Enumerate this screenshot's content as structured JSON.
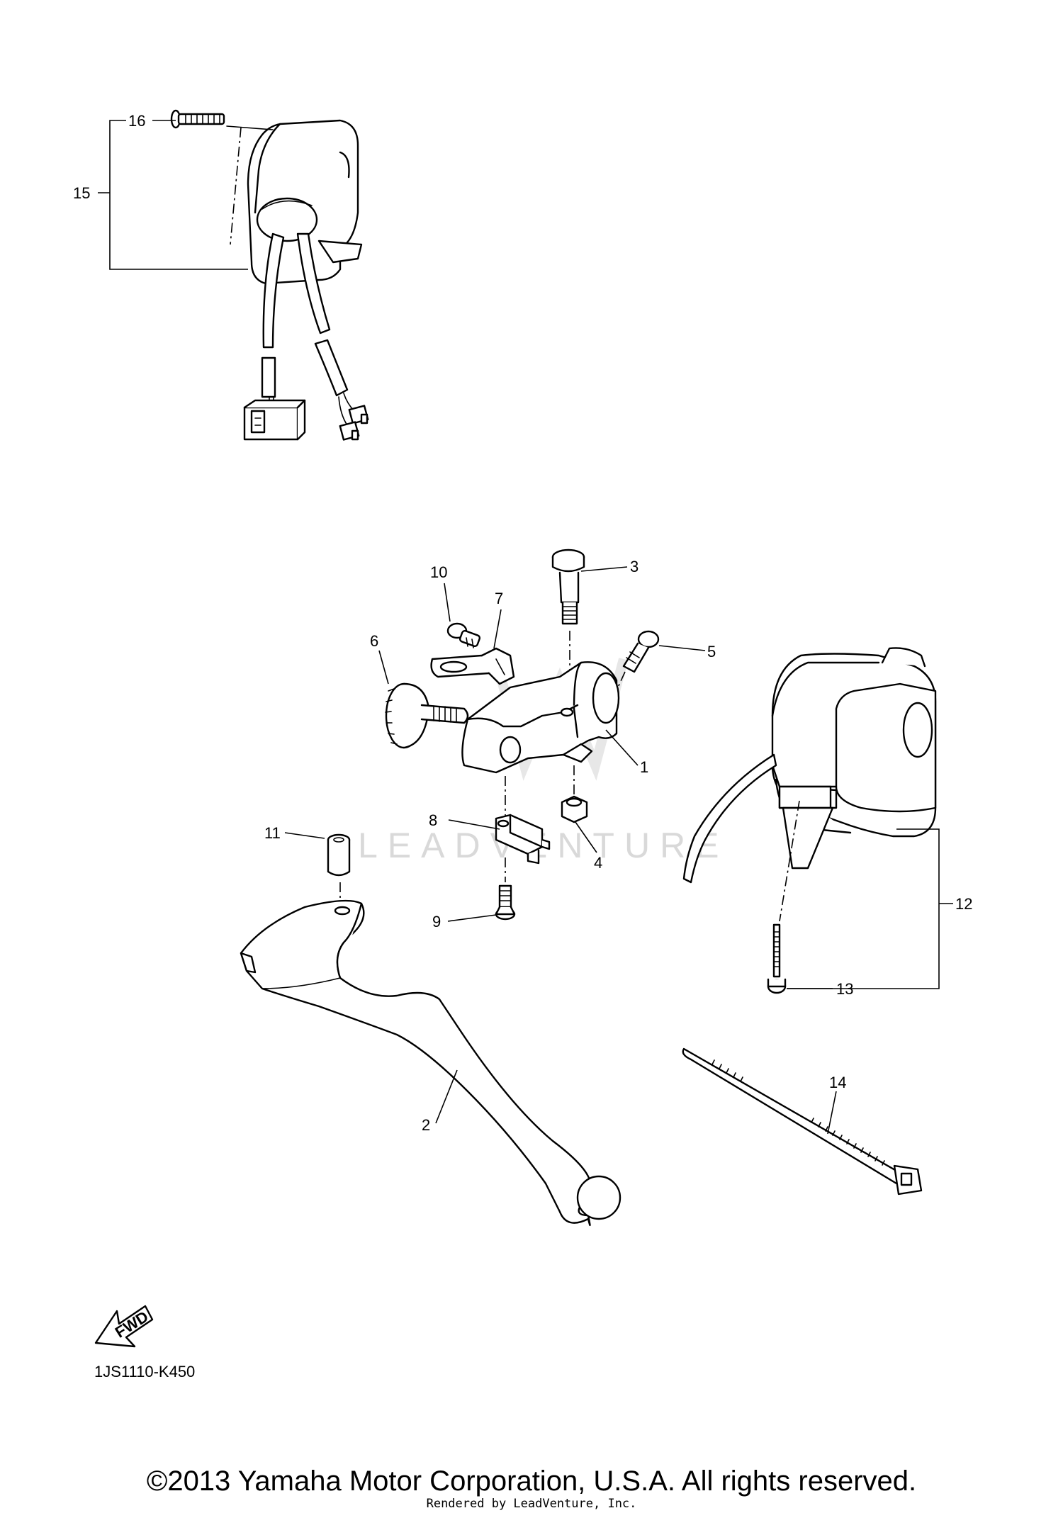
{
  "callouts": {
    "p1": "1",
    "p2": "2",
    "p3": "3",
    "p4": "4",
    "p5": "5",
    "p6": "6",
    "p7": "7",
    "p8": "8",
    "p9": "9",
    "p10": "10",
    "p11": "11",
    "p12": "12",
    "p13": "13",
    "p14": "14",
    "p15": "15",
    "p16": "16"
  },
  "fwd_label": "FWD",
  "diagram_code": "1JS1110-K450",
  "watermark": "LEADVENTURE",
  "footer": {
    "copyright": "©2013 Yamaha Motor Corporation, U.S.A. All rights reserved.",
    "rendered_by": "Rendered by LeadVenture, Inc."
  }
}
